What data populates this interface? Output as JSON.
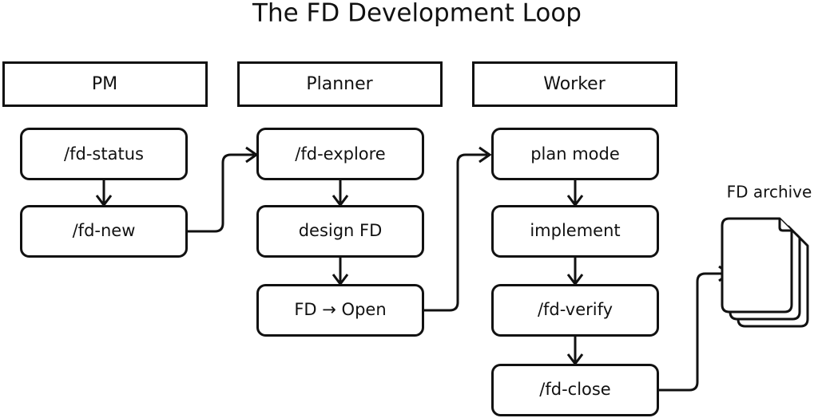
{
  "title": "The FD Development Loop",
  "colors": {
    "stroke": "#111111",
    "background": "#ffffff",
    "fill": "#ffffff"
  },
  "lanes": [
    {
      "id": "pm",
      "header": "PM",
      "nodes": [
        {
          "id": "fd-status",
          "label": "/fd-status"
        },
        {
          "id": "fd-new",
          "label": "/fd-new"
        }
      ]
    },
    {
      "id": "planner",
      "header": "Planner",
      "nodes": [
        {
          "id": "fd-explore",
          "label": "/fd-explore"
        },
        {
          "id": "design-fd",
          "label": "design FD"
        },
        {
          "id": "fd-open",
          "label": "FD → Open"
        }
      ]
    },
    {
      "id": "worker",
      "header": "Worker",
      "nodes": [
        {
          "id": "plan-mode",
          "label": "plan mode"
        },
        {
          "id": "implement",
          "label": "implement"
        },
        {
          "id": "fd-verify",
          "label": "/fd-verify"
        },
        {
          "id": "fd-close",
          "label": "/fd-close"
        }
      ]
    }
  ],
  "archive": {
    "label": "FD archive",
    "icon": "document-stack-icon",
    "sheet_count": 3
  },
  "flow": {
    "within_lane_edges": [
      {
        "from": "fd-status",
        "to": "fd-new"
      },
      {
        "from": "fd-explore",
        "to": "design-fd"
      },
      {
        "from": "design-fd",
        "to": "fd-open"
      },
      {
        "from": "plan-mode",
        "to": "implement"
      },
      {
        "from": "implement",
        "to": "fd-verify"
      },
      {
        "from": "fd-verify",
        "to": "fd-close"
      }
    ],
    "cross_lane_edges": [
      {
        "from": "fd-new",
        "to": "fd-explore"
      },
      {
        "from": "fd-open",
        "to": "plan-mode"
      },
      {
        "from": "fd-close",
        "to": "fd-archive"
      }
    ]
  }
}
